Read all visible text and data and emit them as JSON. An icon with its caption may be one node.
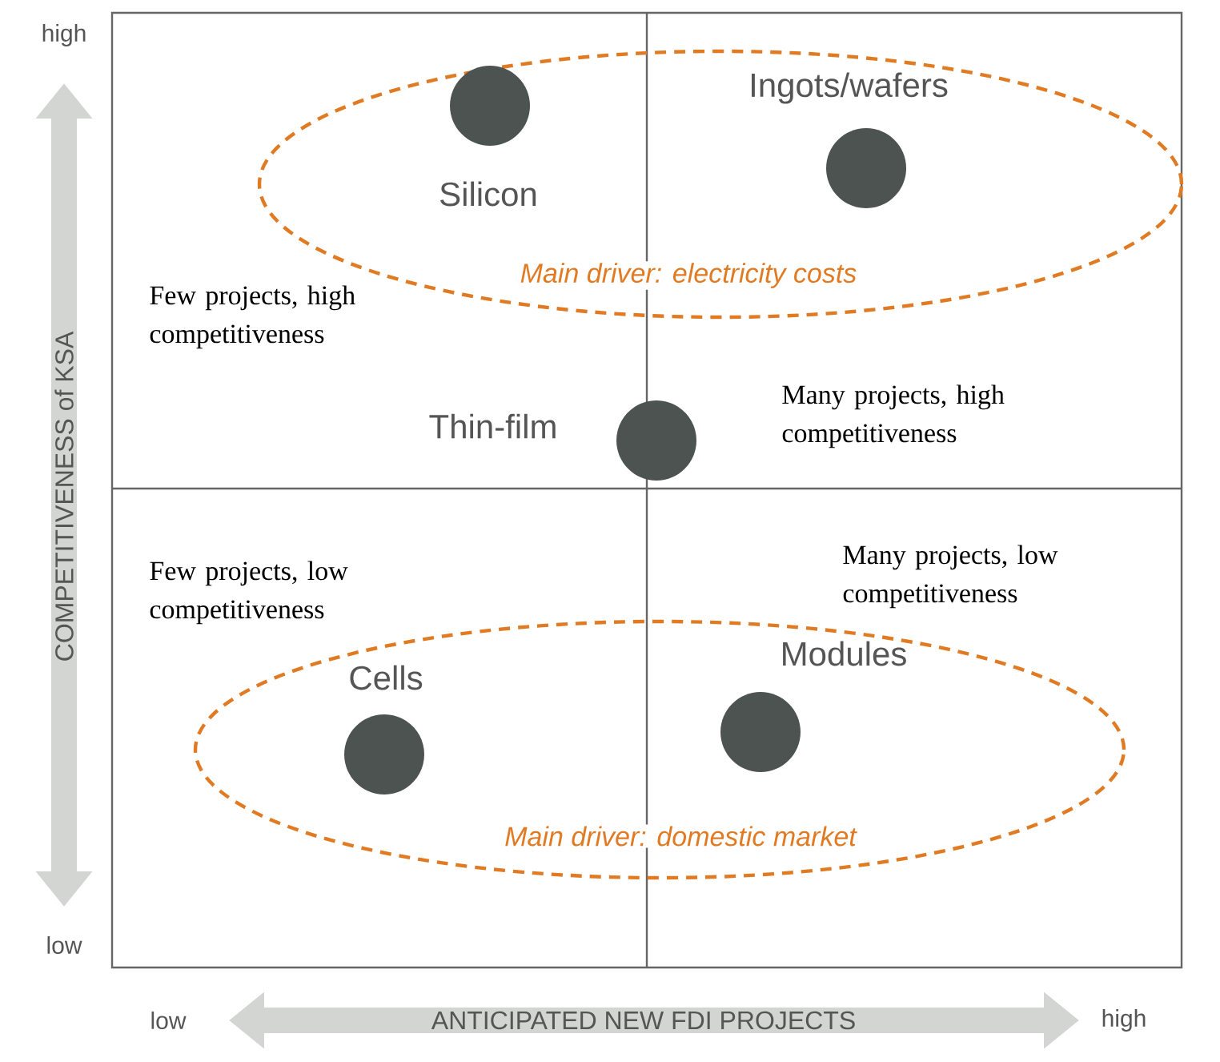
{
  "diagram": {
    "nodes": [
      {
        "text": [
          "Main driver: electricity costs"
        ]
      },
      {
        "text": [],
        "shape": "circle",
        "beside": [
          "Silicon"
        ],
        "in": 0
      },
      {
        "text": [],
        "shape": "circle",
        "beside": [
          "Ingots/wafers"
        ],
        "in": 0
      },
      {
        "text": [],
        "shape": "circle",
        "beside": [
          "Thin-film"
        ]
      },
      {
        "text": [
          "Main driver: domestic market"
        ]
      },
      {
        "text": [],
        "shape": "circle",
        "beside": [
          "Cells"
        ],
        "in": 4
      },
      {
        "text": [],
        "shape": "circle",
        "beside": [
          "Modules"
        ],
        "in": 4
      }
    ],
    "labels": [
      "high",
      "COMPETITIVENESS of KSA",
      "low",
      "Few projects, high competitiveness",
      "Many projects, high competitiveness",
      "Few projects, low competitiveness",
      "Many projects, low competitiveness",
      "low",
      "ANTICIPATED NEW FDI PROJECTS",
      "high"
    ]
  }
}
